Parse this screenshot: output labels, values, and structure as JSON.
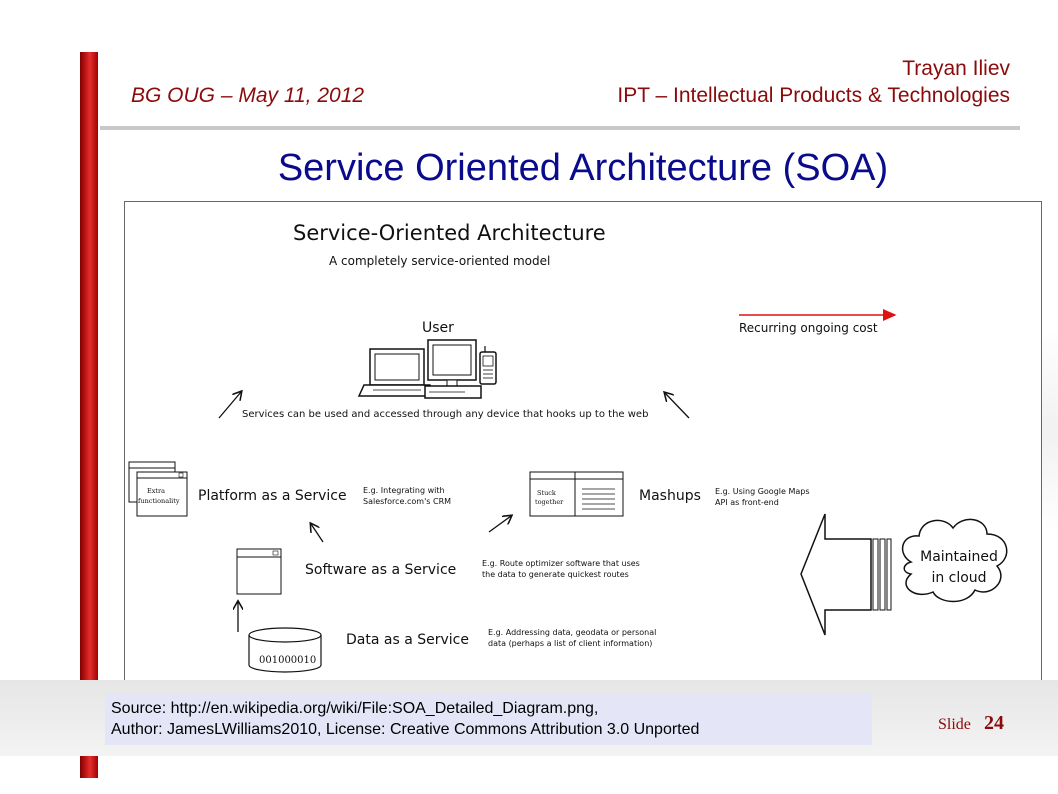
{
  "header": {
    "event": "BG OUG – May 11, 2012",
    "author": "Trayan Iliev",
    "organization": "IPT – Intellectual Products & Technologies"
  },
  "slide_title": "Service Oriented Architecture (SOA)",
  "diagram": {
    "title": "Service-Oriented Architecture",
    "subtitle": "A completely service-oriented model",
    "user_label": "User",
    "services_note": "Services can be used and accessed through any device that hooks up to the web",
    "legend_recurring": "Recurring ongoing cost",
    "paas": {
      "label": "Platform as a Service",
      "example_line1": "E.g. Integrating with",
      "example_line2": "Salesforce.com's CRM",
      "icon_line1": "Extra",
      "icon_line2": "functionality"
    },
    "mashups": {
      "label": "Mashups",
      "example_line1": "E.g. Using Google Maps",
      "example_line2": "API as front-end",
      "icon_line1": "Stuck",
      "icon_line2": "together"
    },
    "saas": {
      "label": "Software as a Service",
      "example_line1": "E.g. Route optimizer software that uses",
      "example_line2": "the data to generate quickest routes"
    },
    "daas": {
      "label": "Data as a Service",
      "example_line1": "E.g. Addressing data, geodata or personal",
      "example_line2": "data (perhaps a list of client information)",
      "db_text": "001000010"
    },
    "cloud_line1": "Maintained",
    "cloud_line2": "in cloud",
    "colors": {
      "recurring_arrow": "#e01010"
    }
  },
  "footer": {
    "source_line1": "Source: http://en.wikipedia.org/wiki/File:SOA_Detailed_Diagram.png,",
    "source_line2": "Author: JamesLWilliams2010, License: Creative Commons Attribution 3.0 Unported",
    "slide_label": "Slide",
    "slide_number": "24"
  }
}
